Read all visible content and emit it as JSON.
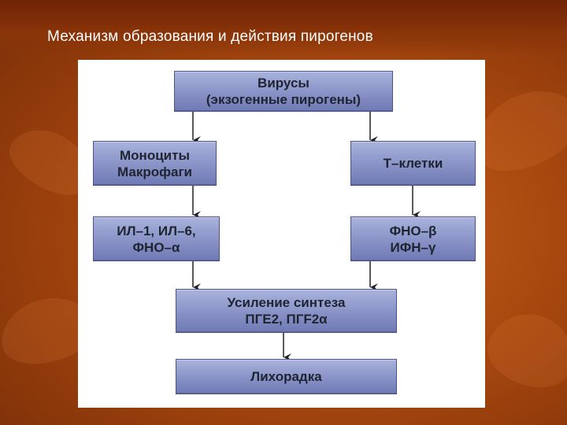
{
  "slide": {
    "title": "Механизм образования и действия пирогенов"
  },
  "diagram": {
    "nodes": {
      "viruses": {
        "line1": "Вирусы",
        "line2": "(экзогенные пирогены)"
      },
      "monocytes": {
        "line1": "Моноциты",
        "line2": "Макрофаги"
      },
      "tcells": {
        "line1": "Т–клетки"
      },
      "il": {
        "line1": "ИЛ–1, ИЛ–6,",
        "line2": "ФНО–α"
      },
      "tnf": {
        "line1": "ФНО–β",
        "line2": "ИФН–γ"
      },
      "synthesis": {
        "line1": "Усиление синтеза",
        "line2": "ПГЕ2, ПГF2α"
      },
      "fever": {
        "line1": "Лихорадка"
      }
    },
    "edges": [
      [
        "viruses",
        "monocytes"
      ],
      [
        "viruses",
        "tcells"
      ],
      [
        "monocytes",
        "il"
      ],
      [
        "tcells",
        "tnf"
      ],
      [
        "il",
        "synthesis"
      ],
      [
        "tnf",
        "synthesis"
      ],
      [
        "synthesis",
        "fever"
      ]
    ],
    "colors": {
      "box": "#8892c6",
      "border": "#4a5486",
      "text": "#1e2430",
      "arrow": "#222222"
    }
  }
}
